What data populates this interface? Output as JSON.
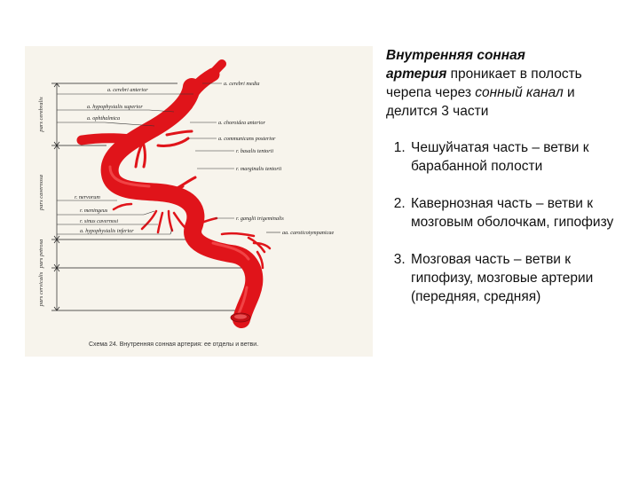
{
  "figure": {
    "caption": "Схема 24. Внутренняя сонная артерия: ее отделы и ветви.",
    "colors": {
      "artery": "#e0141a",
      "background": "#f7f4ec"
    },
    "labels": {
      "cerebri_anterior": "a. cerebri anterior",
      "hypophysialis_superior": "a. hypophysialis superior",
      "ophthalmica": "a. ophthalmica",
      "cerebri_media": "a. cerebri media",
      "choroidea_anterior": "a. choroidea anterior",
      "communicans_posterior": "a. communicans posterior",
      "basalis_tentorii": "r. basalis tentorii",
      "marginalis_tentorii": "r. marginalis tentorii",
      "nervorum": "r. nervorum",
      "meningeus": "r. meningeus",
      "sinus_cavernosi": "r. sinus cavernosi",
      "hypophysialis_inferior": "a. hypophysialis inferior",
      "ganglii_trigeminalis": "r. ganglii trigeminalis",
      "caroticotympanicae": "aa. caroticotympanicae"
    },
    "parts": {
      "cerebralis": "pars cerebralis",
      "cavernosa": "pars cavernosa",
      "petrosa": "pars petrosa",
      "cervicalis": "pars cervicalis"
    }
  },
  "text": {
    "intro_bold1": "Внутренняя сонная",
    "intro_bold2": "артерия",
    "intro_t1": " проникает в полость черепа через ",
    "intro_italic": "сонный канал",
    "intro_t2": " и делится  3 части",
    "items": [
      "Чешуйчатая часть – ветви к барабанной полости",
      "Кавернозная часть – ветви к мозговым оболочкам, гипофизу",
      "Мозговая часть – ветви к гипофизу, мозговые артерии (передняя, средняя)"
    ]
  }
}
